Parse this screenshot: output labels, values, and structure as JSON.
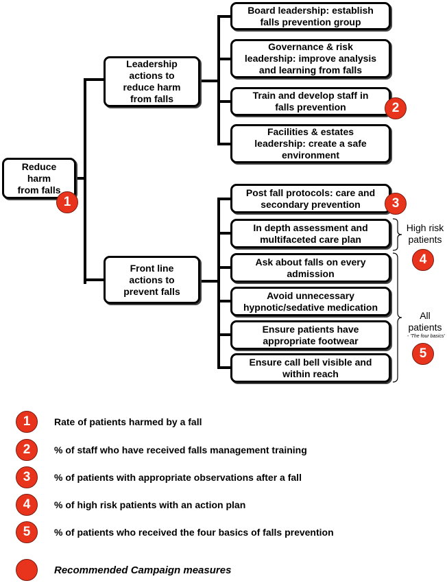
{
  "root": {
    "label": "Reduce\nharm\nfrom falls",
    "badge": "1"
  },
  "branches": {
    "leadership": {
      "label": "Leadership\nactions to\nreduce harm\nfrom falls"
    },
    "frontline": {
      "label": "Front line\nactions to\nprevent falls"
    }
  },
  "leadership_items": [
    {
      "label": "Board leadership: establish\nfalls prevention group"
    },
    {
      "label": "Governance & risk\nleadership: improve analysis\nand learning from falls"
    },
    {
      "label": "Train and develop staff in\nfalls prevention",
      "badge": "2"
    },
    {
      "label": "Facilities & estates\nleadership: create a safe\nenvironment"
    }
  ],
  "frontline_items": [
    {
      "label": "Post fall protocols: care and\nsecondary prevention",
      "badge": "3"
    },
    {
      "label": "In depth assessment and\nmultifaceted care plan"
    },
    {
      "label": "Ask about falls on every\nadmission"
    },
    {
      "label": "Avoid unnecessary\nhypnotic/sedative medication"
    },
    {
      "label": "Ensure patients have\nappropriate footwear"
    },
    {
      "label": "Ensure call bell visible and\nwithin reach"
    }
  ],
  "groups": {
    "high_risk": {
      "label": "High risk\npatients",
      "badge": "4"
    },
    "all": {
      "label": "All\npatients",
      "note": "- 'The four basics'",
      "badge": "5"
    }
  },
  "legend": [
    {
      "badge": "1",
      "text": "Rate of patients harmed by a fall"
    },
    {
      "badge": "2",
      "text": "% of staff who have received falls management training"
    },
    {
      "badge": "3",
      "text": "% of patients with appropriate observations after a fall"
    },
    {
      "badge": "4",
      "text": "% of high risk patients with an action plan"
    },
    {
      "badge": "5",
      "text": "% of patients who received the four basics of falls prevention"
    }
  ],
  "legend_footer": "Recommended Campaign measures",
  "colors": {
    "badge": "#e8341c",
    "line": "#000000"
  }
}
